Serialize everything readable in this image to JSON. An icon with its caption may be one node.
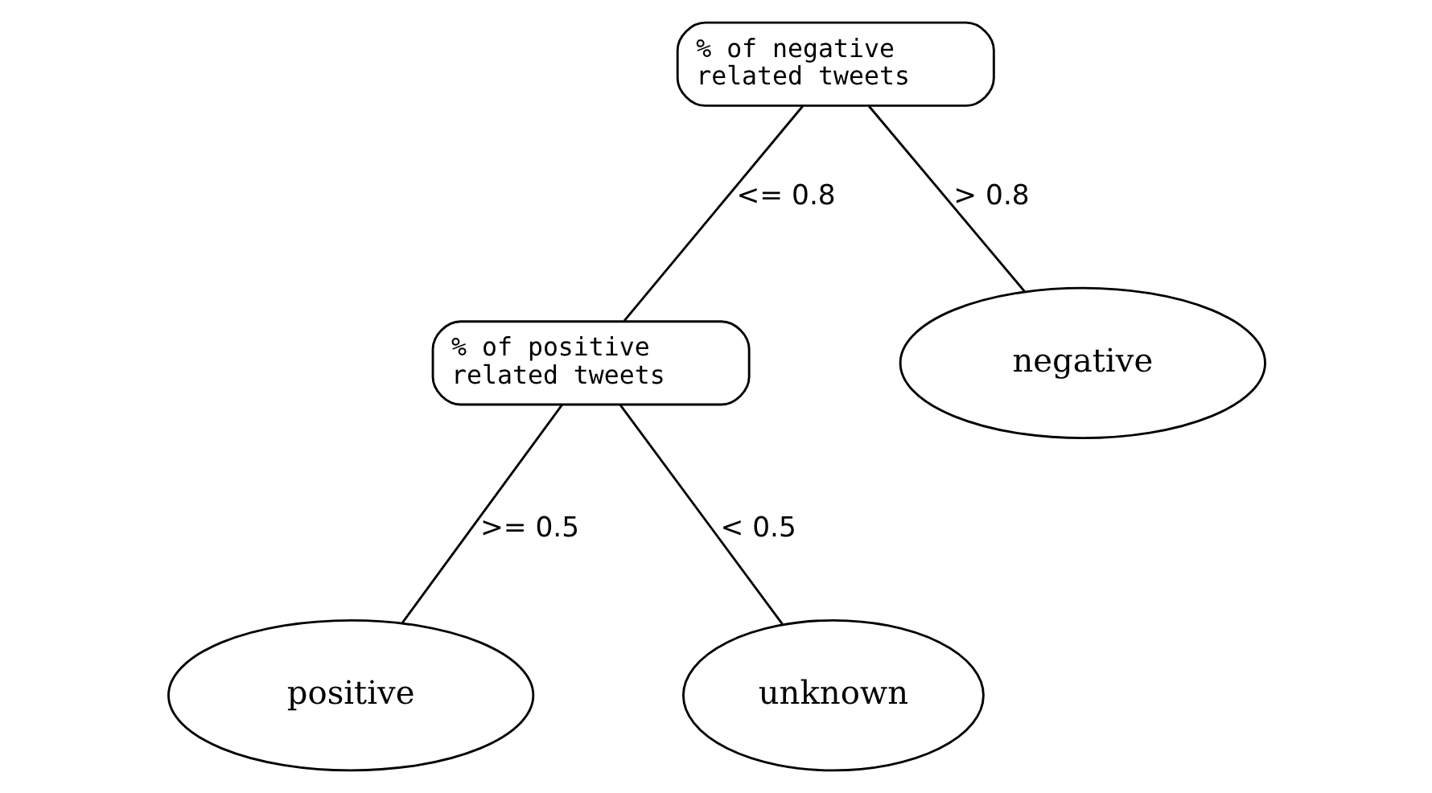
{
  "diagram": {
    "nodes": [
      {
        "text": [
          "% of negative related tweets"
        ]
      },
      {
        "text": [
          "% of positive related tweets"
        ]
      },
      {
        "text": [
          "negative"
        ]
      },
      {
        "text": [
          "positive"
        ]
      },
      {
        "text": [
          "unknown"
        ]
      }
    ],
    "edges": [
      {
        "from": 0,
        "to": 1,
        "arrow": "none",
        "label": "<= 0.8"
      },
      {
        "from": 0,
        "to": 2,
        "arrow": "none",
        "label": "> 0.8"
      },
      {
        "from": 1,
        "to": 3,
        "arrow": "none",
        "label": ">= 0.5"
      },
      {
        "from": 1,
        "to": 4,
        "arrow": "none",
        "label": "< 0.5"
      }
    ]
  }
}
